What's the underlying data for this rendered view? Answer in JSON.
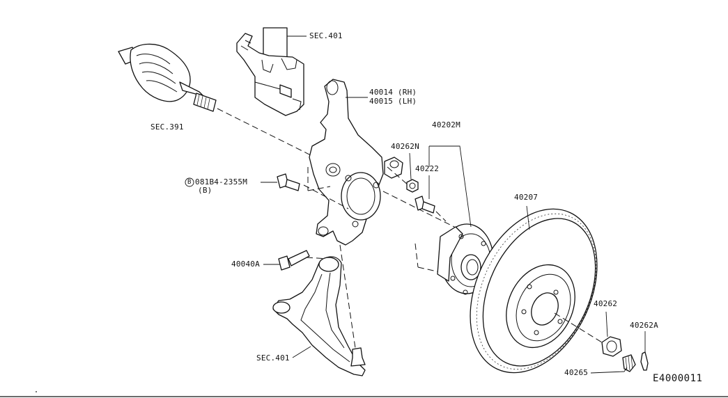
{
  "labels": {
    "sec401_top": "SEC.401",
    "knuckle_rh": "40014 (RH)",
    "knuckle_lh": "40015 (LH)",
    "sec391": "SEC.391",
    "hub_assy": "40202M",
    "hub_nut": "40262N",
    "hub_bolt": "40222",
    "bolt_ref": "081B4-2355M",
    "bolt_ref_circle": "B",
    "bolt_qty": "(B)",
    "rotor": "40207",
    "lca_bolt": "40040A",
    "sec401_bottom": "SEC.401",
    "axle_nut": "40262",
    "cotter_pin": "40262A",
    "nut_cap": "40265",
    "diagram_code": "E4000011"
  },
  "parts": [
    {
      "name": "Drive shaft",
      "ref": "SEC.391"
    },
    {
      "name": "Strut",
      "ref": "SEC.401"
    },
    {
      "name": "Steering knuckle",
      "ref": "40014 (RH)"
    },
    {
      "name": "Hub bearing",
      "ref": "40202M"
    },
    {
      "name": "Brake rotor",
      "ref": "40207"
    },
    {
      "name": "Lower control arm",
      "ref": "SEC.401"
    }
  ]
}
